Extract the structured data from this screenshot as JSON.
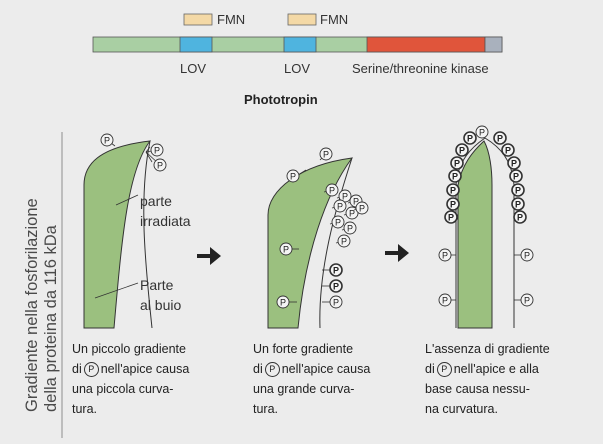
{
  "protein": {
    "title": "Phototropin",
    "fmn_labels": [
      "FMN",
      "FMN"
    ],
    "lov_labels": [
      "LOV",
      "LOV"
    ],
    "kinase_label": "Serine/threonine kinase"
  },
  "side_label": {
    "line1": "Gradiente nella fosforilazione",
    "line2": "della proteina da 116 kDa"
  },
  "panel1": {
    "label_irradiated_1": "parte",
    "label_irradiated_2": "irradiata",
    "label_dark_1": "Parte",
    "label_dark_2": "al buio"
  },
  "phospho_symbol": "P",
  "captions": [
    {
      "l1": "Un piccolo gradiente",
      "l2_pre": "di",
      "l2_post": "nell'apice causa",
      "l3": "una piccola curva-",
      "l4": "tura."
    },
    {
      "l1": "Un forte gradiente",
      "l2_pre": "di",
      "l2_post": "nell'apice causa",
      "l3": "una grande curva-",
      "l4": "tura."
    },
    {
      "l1": "L'assenza di gradiente",
      "l2_pre": "di",
      "l2_post": "nell'apice e alla",
      "l3": "base causa  nessu-",
      "l4": "na curvatura."
    }
  ],
  "colors": {
    "green_domain": "#a9cfa3",
    "lov_blue": "#4fb4df",
    "kinase_red": "#e0553b",
    "tail_gray": "#a9b1bd",
    "fmn_tan": "#f4d9a6",
    "coleoptile_green": "#9bc07f"
  }
}
